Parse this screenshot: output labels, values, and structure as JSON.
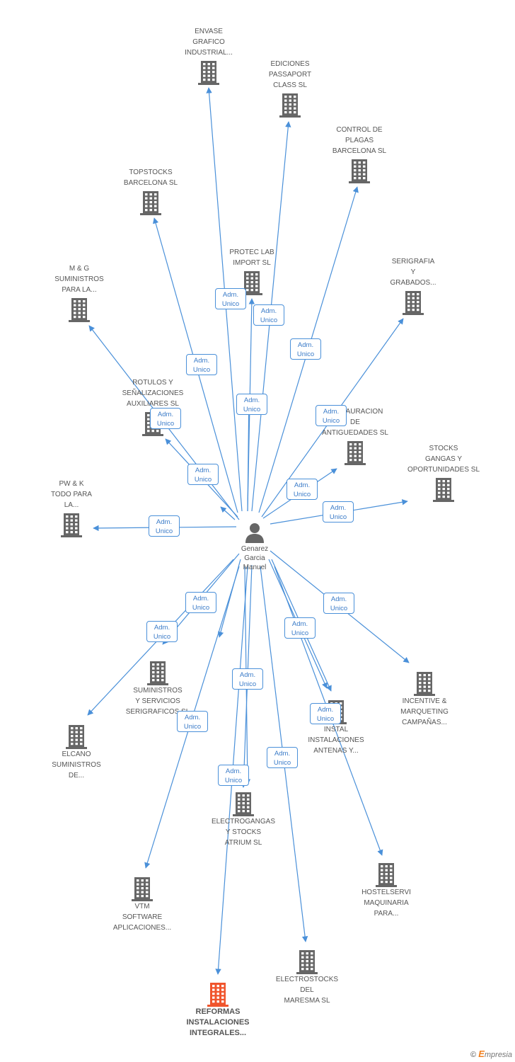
{
  "colors": {
    "edge": "#4a90d9",
    "building": "#666666",
    "focus": "#f0552d",
    "person": "#666666"
  },
  "center": {
    "label": "Genarez\nGarcia\nManuel",
    "icon": "person-icon"
  },
  "role_label": "Adm.\nUnico",
  "companies": [
    {
      "id": "envase",
      "label": "ENVASE\nGRAFICO\nINDUSTRIAL..."
    },
    {
      "id": "ediciones",
      "label": "EDICIONES\nPASSAPORT\nCLASS SL"
    },
    {
      "id": "control",
      "label": "CONTROL DE\nPLAGAS\nBARCELONA SL"
    },
    {
      "id": "topstocks",
      "label": "TOPSTOCKS\nBARCELONA SL"
    },
    {
      "id": "proteclab",
      "label": "PROTEC LAB\nIMPORT SL"
    },
    {
      "id": "mg",
      "label": "M & G\nSUMINISTROS\nPARA LA..."
    },
    {
      "id": "serigrafia",
      "label": "SERIGRAFIA\nY\nGRABADOS..."
    },
    {
      "id": "rotulos",
      "label": "ROTULOS Y\nSEÑALIZACIONES\nAUXILIARES SL"
    },
    {
      "id": "restauracion",
      "label": "RESTAURACION\nDE\nANTIGUEDADES SL"
    },
    {
      "id": "stocks",
      "label": "STOCKS\nGANGAS Y\nOPORTUNIDADES SL"
    },
    {
      "id": "pwk",
      "label": "PW & K\nTODO PARA\nLA..."
    },
    {
      "id": "suministros",
      "label": "SUMINISTROS\nY SERVICIOS\nSERIGRAFICOS SL"
    },
    {
      "id": "incentive",
      "label": "INCENTIVE &\nMARQUETING\nCAMPAÑAS..."
    },
    {
      "id": "elcano",
      "label": "ELCANO\nSUMINISTROS\nDE..."
    },
    {
      "id": "instal",
      "label": "INSTAL\nINSTALACIONES\nANTENAS Y..."
    },
    {
      "id": "electrogangas",
      "label": "ELECTROGANGAS\nY STOCKS\nATRIUM SL"
    },
    {
      "id": "hostelservi",
      "label": "HOSTELSERVI\nMAQUINARIA\nPARA..."
    },
    {
      "id": "vtm",
      "label": "VTM\nSOFTWARE\nAPLICACIONES..."
    },
    {
      "id": "electrostocks",
      "label": "ELECTROSTOCKS\nDEL\nMARESMA SL"
    },
    {
      "id": "reformas",
      "label": "REFORMAS\nINSTALACIONES\nINTEGRALES...",
      "focus": true
    }
  ],
  "watermark": {
    "symbol": "©",
    "brand_initial": "E",
    "brand_rest": "mpresia"
  }
}
